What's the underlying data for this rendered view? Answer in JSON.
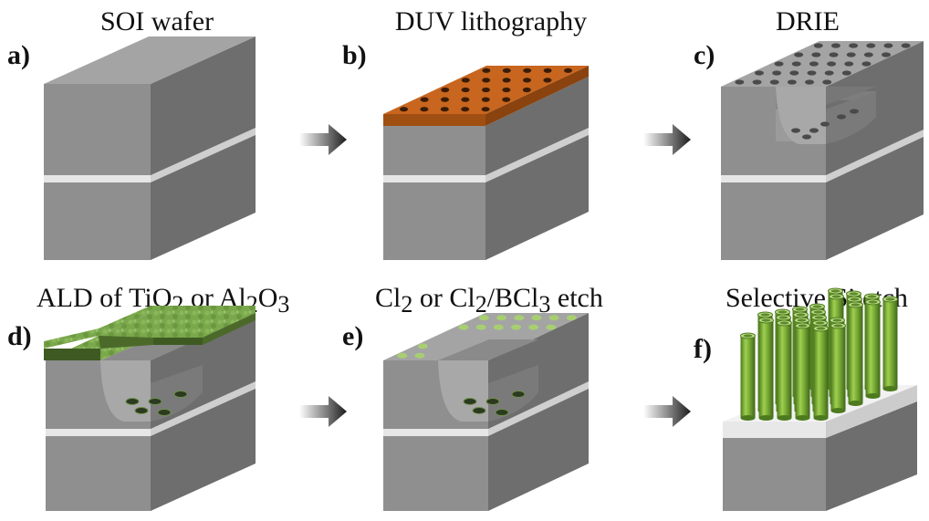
{
  "panels": [
    {
      "label": "a)",
      "title": "SOI wafer"
    },
    {
      "label": "b)",
      "title": "DUV lithography"
    },
    {
      "label": "c)",
      "title": "DRIE"
    },
    {
      "label": "d)",
      "title_parts": [
        "ALD of TiO",
        "2",
        " or Al",
        "2",
        "O",
        "3"
      ]
    },
    {
      "label": "e)",
      "title_parts": [
        "Cl",
        "2",
        " or Cl",
        "2",
        "/BCl",
        "3",
        " etch"
      ]
    },
    {
      "label": "f)",
      "title": "Selective Si etch"
    }
  ],
  "colors": {
    "silicon_top": "#a4a4a4",
    "silicon_front": "#8f8f8f",
    "silicon_side": "#6e6e6e",
    "oxide_layer": "#e6e6e6",
    "photoresist": "#c8661f",
    "ald_film": "#79a84a",
    "nanotube": "#86b43c",
    "arrow": "#333333"
  }
}
